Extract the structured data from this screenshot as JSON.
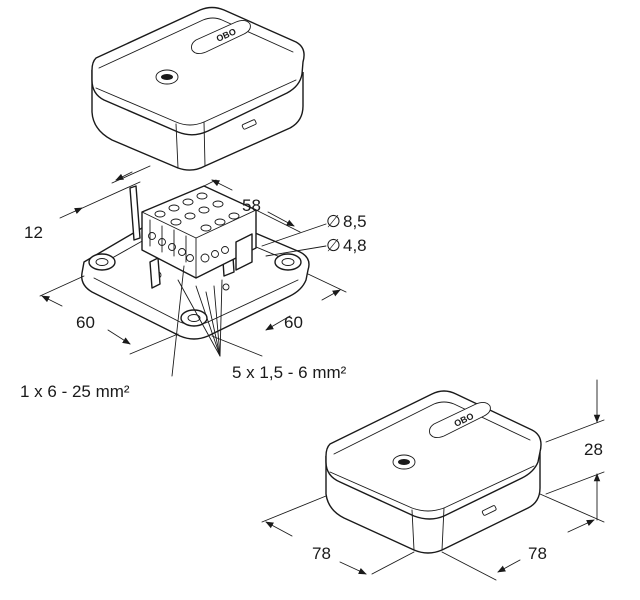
{
  "diagram": {
    "colors": {
      "ink": "#1a1a1a",
      "paper": "#ffffff"
    },
    "top_product": {
      "lid_badge_text": "OBO"
    },
    "base_assembly": {
      "dimensions": {
        "gap_height": "12",
        "terminal_width": "58",
        "base_left": "60",
        "base_right": "60"
      },
      "holes": {
        "large_symbol": "∅",
        "large": "8,5",
        "small_symbol": "∅",
        "small": "4,8"
      },
      "terminals": {
        "earth": "1 x 6 - 25 mm²",
        "phase": "5 x 1,5 - 6 mm²"
      }
    },
    "closed_box": {
      "lid_badge_text": "OBO",
      "dimensions": {
        "height": "28",
        "length_left": "78",
        "length_right": "78"
      }
    }
  }
}
